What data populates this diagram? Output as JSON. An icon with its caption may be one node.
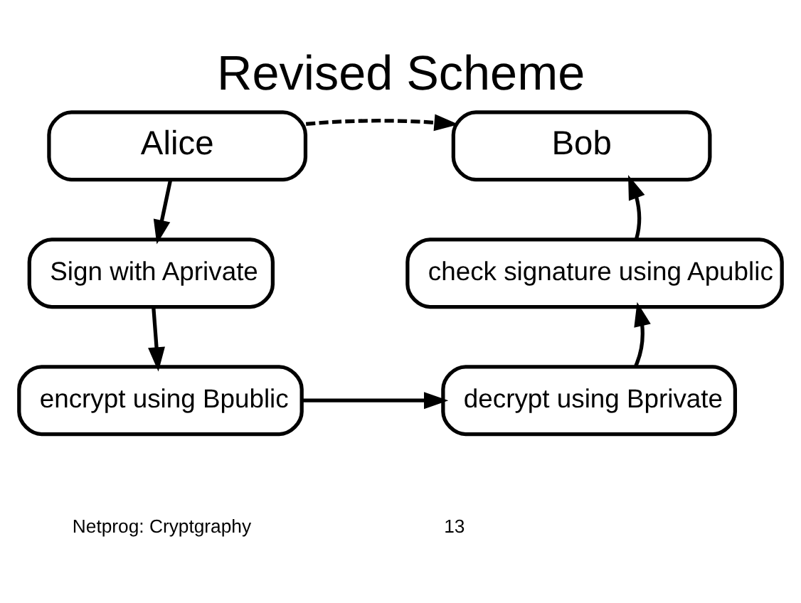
{
  "diagram": {
    "title": "Revised Scheme",
    "nodes": [
      {
        "text": [
          "Alice"
        ]
      },
      {
        "text": [
          "Bob"
        ]
      },
      {
        "text": [
          "Sign with Aprivate"
        ]
      },
      {
        "text": [
          "encrypt using Bpublic"
        ]
      },
      {
        "text": [
          "check signature using Apublic"
        ]
      },
      {
        "text": [
          "decrypt using Bprivate"
        ]
      }
    ],
    "edges": [
      {
        "from": 0,
        "to": 1,
        "arrow": "to",
        "style": "dashed"
      },
      {
        "from": 0,
        "to": 2,
        "arrow": "to"
      },
      {
        "from": 2,
        "to": 3,
        "arrow": "to"
      },
      {
        "from": 3,
        "to": 5,
        "arrow": "to"
      },
      {
        "from": 5,
        "to": 4,
        "arrow": "to"
      },
      {
        "from": 4,
        "to": 1,
        "arrow": "to"
      }
    ],
    "labels": [
      "Netprog: Cryptgraphy",
      "13"
    ]
  }
}
